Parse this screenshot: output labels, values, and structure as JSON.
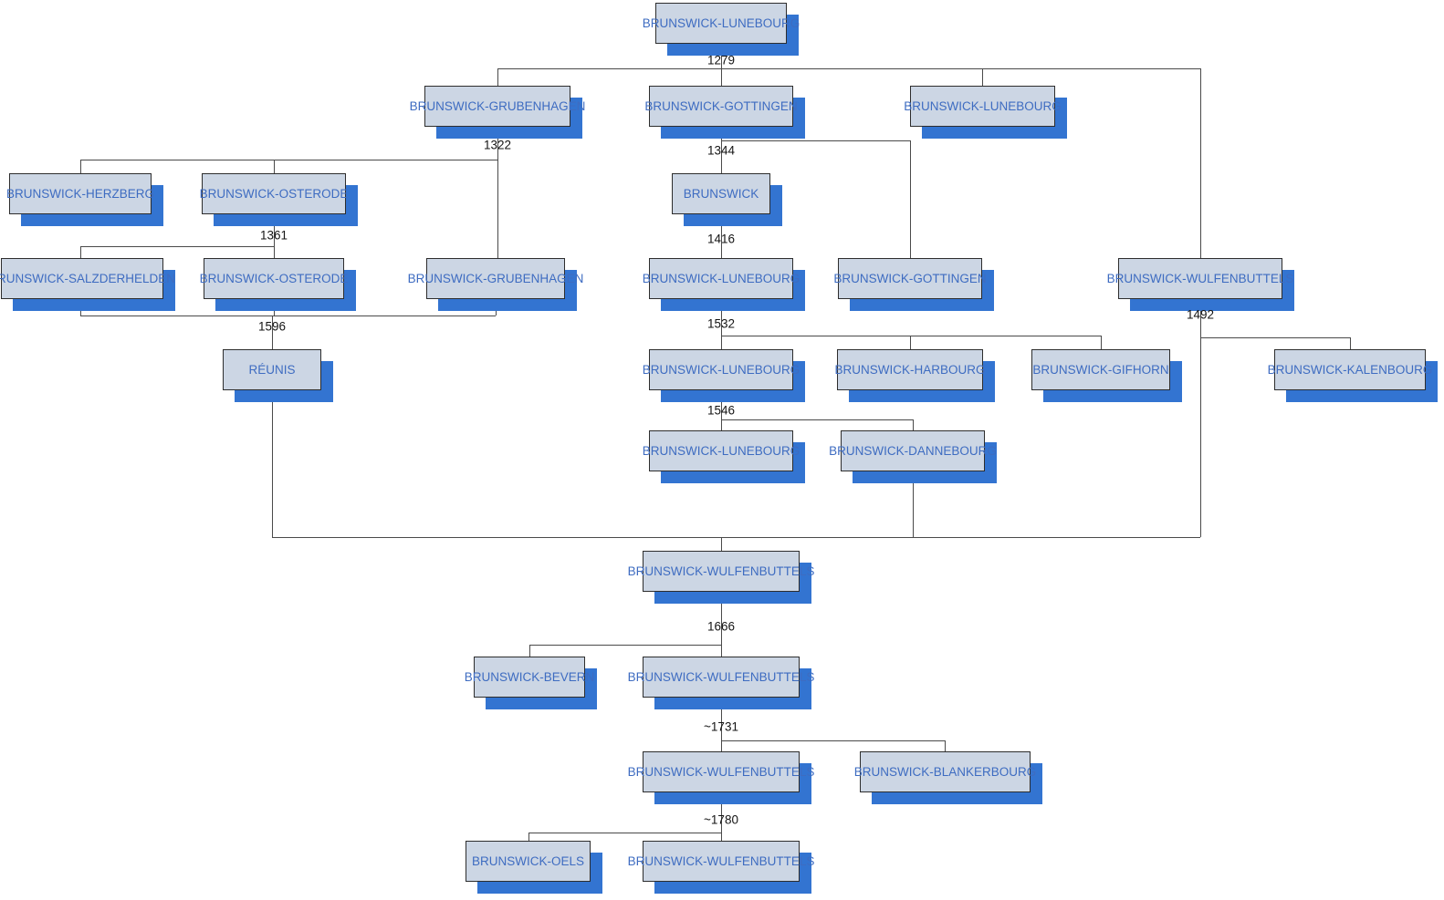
{
  "diagram": {
    "colors": {
      "background": "#ffffff",
      "node_fill": "#ccd6e4",
      "node_border": "#2d2d2d",
      "node_text": "#3e6cc1",
      "node_shadow": "#3374d1",
      "connector_line": "#4a4a4a",
      "date_text": "#141414"
    },
    "nodes": [
      {
        "label": "BRUNSWICK-LUNEBOURG"
      },
      {
        "label": "BRUNSWICK-GRUBENHAGEN"
      },
      {
        "label": "BRUNSWICK-GOTTINGEN"
      },
      {
        "label": "BRUNSWICK-LUNEBOURG"
      },
      {
        "label": "BRUNSWICK-HERZBERG"
      },
      {
        "label": "BRUNSWICK-OSTERODE"
      },
      {
        "label": "BRUNSWICK"
      },
      {
        "label": "BRUNSWICK-SALZDERHELDEN"
      },
      {
        "label": "BRUNSWICK-OSTERODE"
      },
      {
        "label": "BRUNSWICK-GRUBENHAGEN"
      },
      {
        "label": "BRUNSWICK-LUNEBOURG"
      },
      {
        "label": "BRUNSWICK-GOTTINGEN"
      },
      {
        "label": "BRUNSWICK-WULFENBUTTELS"
      },
      {
        "label": "RÉUNIS"
      },
      {
        "label": "BRUNSWICK-LUNEBOURG"
      },
      {
        "label": "BRUNSWICK-HARBOURG"
      },
      {
        "label": "BRUNSWICK-GIFHORN"
      },
      {
        "label": "BRUNSWICK-KALENBOURG"
      },
      {
        "label": "BRUNSWICK-LUNEBOURG"
      },
      {
        "label": "BRUNSWICK-DANNEBOURG"
      },
      {
        "label": "BRUNSWICK-WULFENBUTTELS"
      },
      {
        "label": "BRUNSWICK-BEVERN"
      },
      {
        "label": "BRUNSWICK-WULFENBUTTELS"
      },
      {
        "label": "BRUNSWICK-WULFENBUTTELS"
      },
      {
        "label": "BRUNSWICK-BLANKERBOURG"
      },
      {
        "label": "BRUNSWICK-OELS"
      },
      {
        "label": "BRUNSWICK-WULFENBUTTELS"
      }
    ],
    "dates": [
      {
        "text": "1279"
      },
      {
        "text": "1322"
      },
      {
        "text": "1344"
      },
      {
        "text": "1361"
      },
      {
        "text": "1416"
      },
      {
        "text": "1492"
      },
      {
        "text": "1532"
      },
      {
        "text": "1596"
      },
      {
        "text": "1546"
      },
      {
        "text": "1666"
      },
      {
        "text": "~1731"
      },
      {
        "text": "~1780"
      }
    ],
    "connections": [
      {
        "year": "1279",
        "parent": "BRUNSWICK-LUNEBOURG",
        "children": [
          "BRUNSWICK-GRUBENHAGEN",
          "BRUNSWICK-GOTTINGEN",
          "BRUNSWICK-LUNEBOURG",
          "BRUNSWICK-WULFENBUTTELS"
        ]
      },
      {
        "year": "1322",
        "parent": "BRUNSWICK-GRUBENHAGEN",
        "children": [
          "BRUNSWICK-HERZBERG",
          "BRUNSWICK-OSTERODE",
          "BRUNSWICK-GRUBENHAGEN"
        ]
      },
      {
        "year": "1344",
        "parent": "BRUNSWICK-GOTTINGEN",
        "children": [
          "BRUNSWICK",
          "BRUNSWICK-GOTTINGEN"
        ]
      },
      {
        "year": "1361",
        "parent": "BRUNSWICK-OSTERODE",
        "children": [
          "BRUNSWICK-SALZDERHELDEN",
          "BRUNSWICK-OSTERODE"
        ]
      },
      {
        "year": "1416",
        "parent": "BRUNSWICK",
        "children": [
          "BRUNSWICK-LUNEBOURG"
        ]
      },
      {
        "year": "1596",
        "parents": [
          "BRUNSWICK-SALZDERHELDEN",
          "BRUNSWICK-OSTERODE",
          "BRUNSWICK-GRUBENHAGEN"
        ],
        "child": "RÉUNIS"
      },
      {
        "year": "1532",
        "parent": "BRUNSWICK-LUNEBOURG",
        "children": [
          "BRUNSWICK-LUNEBOURG",
          "BRUNSWICK-HARBOURG",
          "BRUNSWICK-GIFHORN"
        ]
      },
      {
        "year": "1492",
        "parent": "BRUNSWICK-WULFENBUTTELS",
        "children": [
          "BRUNSWICK-KALENBOURG",
          "BRUNSWICK-WULFENBUTTELS"
        ]
      },
      {
        "year": "1546",
        "parent": "BRUNSWICK-LUNEBOURG",
        "children": [
          "BRUNSWICK-LUNEBOURG",
          "BRUNSWICK-DANNEBOURG"
        ]
      },
      {
        "year": "",
        "parents": [
          "RÉUNIS",
          "BRUNSWICK-DANNEBOURG",
          "BRUNSWICK-WULFENBUTTELS"
        ],
        "child": "BRUNSWICK-WULFENBUTTELS"
      },
      {
        "year": "1666",
        "parent": "BRUNSWICK-WULFENBUTTELS",
        "children": [
          "BRUNSWICK-BEVERN",
          "BRUNSWICK-WULFENBUTTELS"
        ]
      },
      {
        "year": "~1731",
        "parent": "BRUNSWICK-WULFENBUTTELS",
        "children": [
          "BRUNSWICK-WULFENBUTTELS",
          "BRUNSWICK-BLANKERBOURG"
        ]
      },
      {
        "year": "~1780",
        "parent": "BRUNSWICK-WULFENBUTTELS",
        "children": [
          "BRUNSWICK-OELS",
          "BRUNSWICK-WULFENBUTTELS"
        ]
      }
    ]
  }
}
